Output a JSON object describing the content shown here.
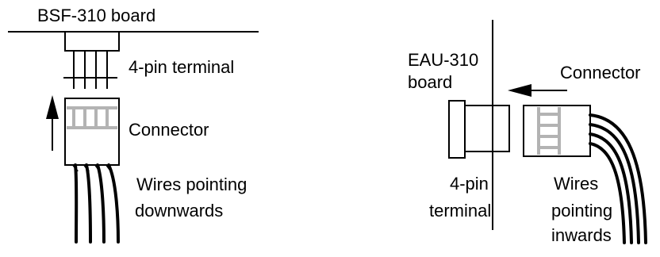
{
  "left": {
    "board_label": "BSF-310 board",
    "terminal_label": "4-pin terminal",
    "connector_label": "Connector",
    "wires_label_line1": "Wires pointing",
    "wires_label_line2": "downwards"
  },
  "right": {
    "board_label_line1": "EAU-310",
    "board_label_line2": "board",
    "connector_label": "Connector",
    "terminal_label_line1": "4-pin",
    "terminal_label_line2": "terminal",
    "wires_label_line1": "Wires",
    "wires_label_line2": "pointing",
    "wires_label_line3": "inwards"
  },
  "colors": {
    "line": "#000000",
    "contact_gray": "#b3b3b3"
  }
}
